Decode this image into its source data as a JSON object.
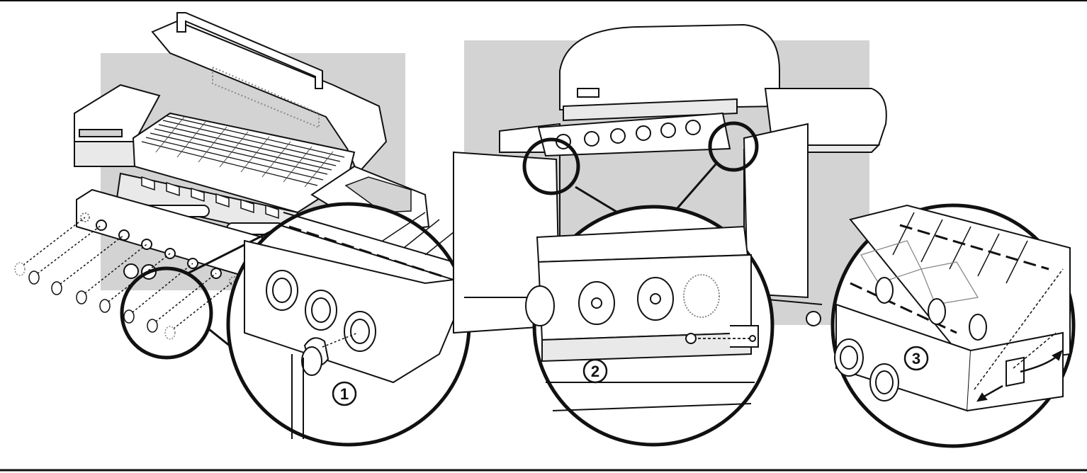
{
  "steps": [
    {
      "label": "1"
    },
    {
      "label": "2"
    },
    {
      "label": "3"
    }
  ],
  "colors": {
    "line": "#111111",
    "panel": "#d3d3d3",
    "metal": "#e9e9e9",
    "white": "#ffffff"
  }
}
